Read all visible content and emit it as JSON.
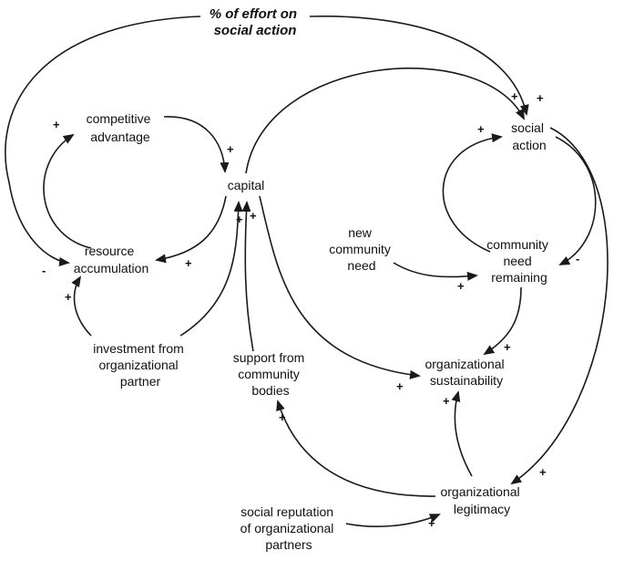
{
  "title_lines": [
    "% of effort on",
    "social action"
  ],
  "nodes": {
    "competitive_advantage": [
      "competitive",
      "advantage"
    ],
    "capital": [
      "capital"
    ],
    "resource_accumulation": [
      "resource",
      "accumulation"
    ],
    "investment": [
      "investment from",
      "organizational",
      "partner"
    ],
    "support": [
      "support from",
      "community",
      "bodies"
    ],
    "social_action": [
      "social",
      "action"
    ],
    "new_need": [
      "new",
      "community",
      "need"
    ],
    "need_remaining": [
      "community",
      "need",
      "remaining"
    ],
    "sustainability": [
      "organizational",
      "sustainability"
    ],
    "legitimacy": [
      "organizational",
      "legitimacy"
    ],
    "reputation": [
      "social reputation",
      "of organizational",
      "partners"
    ]
  },
  "links": [
    {
      "from": "% of effort on social action",
      "to": "social action",
      "polarity": "+"
    },
    {
      "from": "% of effort on social action",
      "to": "resource accumulation",
      "polarity": "-"
    },
    {
      "from": "competitive advantage",
      "to": "capital",
      "polarity": "+"
    },
    {
      "from": "capital",
      "to": "resource accumulation",
      "polarity": "+"
    },
    {
      "from": "resource accumulation",
      "to": "competitive advantage",
      "polarity": "+"
    },
    {
      "from": "investment from organizational partner",
      "to": "resource accumulation",
      "polarity": "+"
    },
    {
      "from": "investment from organizational partner",
      "to": "capital",
      "polarity": "+"
    },
    {
      "from": "capital",
      "to": "social action",
      "polarity": "+"
    },
    {
      "from": "capital",
      "to": "organizational sustainability",
      "polarity": "+"
    },
    {
      "from": "support from community bodies",
      "to": "capital",
      "polarity": "+"
    },
    {
      "from": "social action",
      "to": "community need remaining",
      "polarity": "-"
    },
    {
      "from": "community need remaining",
      "to": "social action",
      "polarity": "+"
    },
    {
      "from": "new community need",
      "to": "community need remaining",
      "polarity": "+"
    },
    {
      "from": "community need remaining",
      "to": "organizational sustainability",
      "polarity": "+"
    },
    {
      "from": "social action",
      "to": "organizational legitimacy",
      "polarity": "+"
    },
    {
      "from": "organizational legitimacy",
      "to": "organizational sustainability",
      "polarity": "+"
    },
    {
      "from": "organizational legitimacy",
      "to": "support from community bodies",
      "polarity": "+"
    },
    {
      "from": "social reputation of organizational partners",
      "to": "organizational legitimacy",
      "polarity": "+"
    }
  ]
}
